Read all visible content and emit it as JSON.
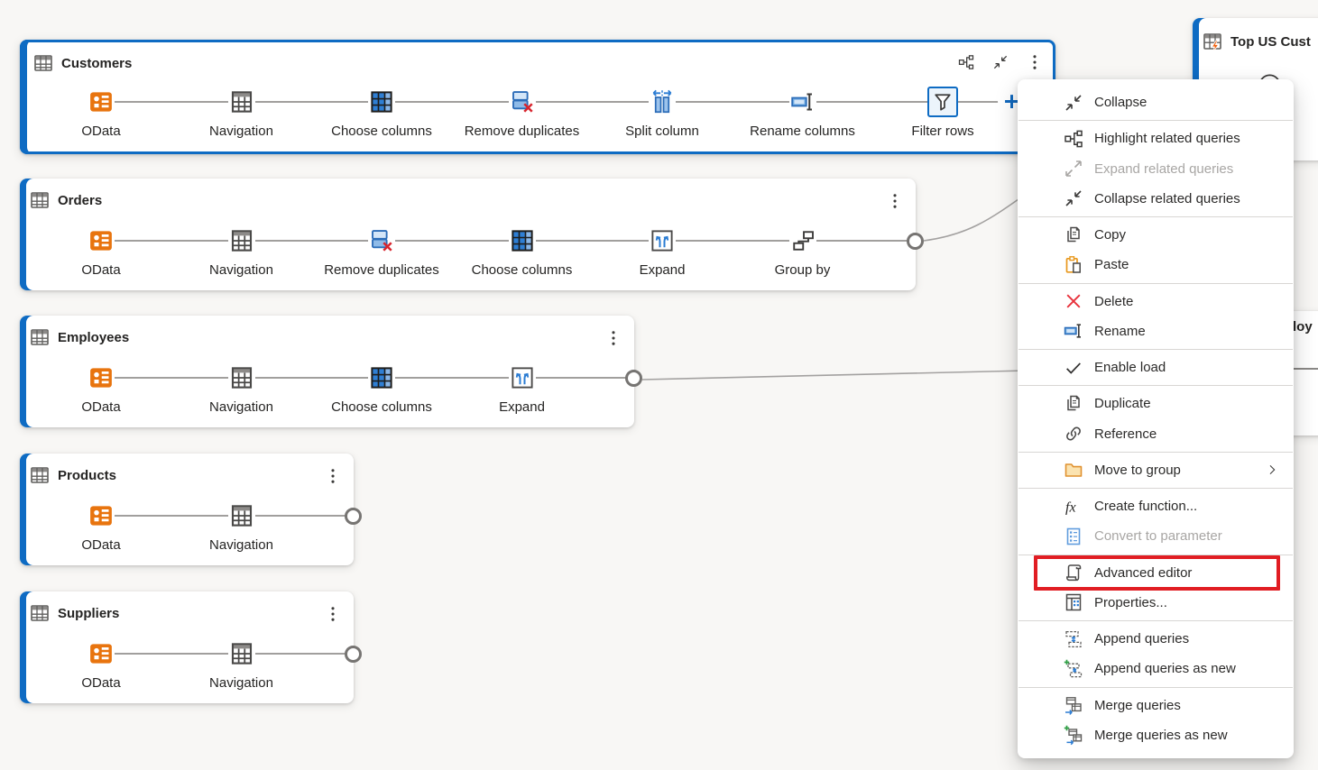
{
  "app": "Power Query diagram view",
  "colors": {
    "accent_blue": "#0e6bc3",
    "canvas_bg": "#f8f7f5",
    "highlight_red": "#e11d23",
    "odata_orange": "#e8740e"
  },
  "cards": [
    {
      "title": "Customers",
      "icon": "table-icon",
      "selected": true,
      "header_icons": [
        "highlight-related-icon",
        "collapse-icon",
        "kebab-icon"
      ],
      "steps": [
        {
          "label": "OData",
          "icon": "odata-icon"
        },
        {
          "label": "Navigation",
          "icon": "navigation-icon"
        },
        {
          "label": "Choose columns",
          "icon": "choose-columns-icon"
        },
        {
          "label": "Remove duplicates",
          "icon": "remove-duplicates-icon"
        },
        {
          "label": "Split column",
          "icon": "split-column-icon"
        },
        {
          "label": "Rename columns",
          "icon": "rename-columns-icon"
        },
        {
          "label": "Filter rows",
          "icon": "filter-rows-icon",
          "selected": true
        }
      ],
      "add_step": "+"
    },
    {
      "title": "Orders",
      "icon": "table-icon",
      "header_icons": [
        "kebab-icon"
      ],
      "steps": [
        {
          "label": "OData",
          "icon": "odata-icon"
        },
        {
          "label": "Navigation",
          "icon": "navigation-icon"
        },
        {
          "label": "Remove duplicates",
          "icon": "remove-duplicates-icon"
        },
        {
          "label": "Choose columns",
          "icon": "choose-columns-icon"
        },
        {
          "label": "Expand",
          "icon": "expand-icon"
        },
        {
          "label": "Group by",
          "icon": "group-by-icon"
        }
      ],
      "output_connector": true
    },
    {
      "title": "Employees",
      "icon": "table-icon",
      "header_icons": [
        "kebab-icon"
      ],
      "steps": [
        {
          "label": "OData",
          "icon": "odata-icon"
        },
        {
          "label": "Navigation",
          "icon": "navigation-icon"
        },
        {
          "label": "Choose columns",
          "icon": "choose-columns-icon"
        },
        {
          "label": "Expand",
          "icon": "expand-icon"
        }
      ],
      "output_connector": true
    },
    {
      "title": "Products",
      "icon": "table-icon",
      "header_icons": [
        "kebab-icon"
      ],
      "steps": [
        {
          "label": "OData",
          "icon": "odata-icon"
        },
        {
          "label": "Navigation",
          "icon": "navigation-icon"
        }
      ],
      "output_connector": true
    },
    {
      "title": "Suppliers",
      "icon": "table-icon",
      "header_icons": [
        "kebab-icon"
      ],
      "steps": [
        {
          "label": "OData",
          "icon": "odata-icon"
        },
        {
          "label": "Navigation",
          "icon": "navigation-icon"
        }
      ],
      "output_connector": true
    }
  ],
  "partial_cards": [
    {
      "title": "Top US Cust",
      "icon": "query-function-icon",
      "step_icon": "circle-function-icon"
    },
    {
      "title_fragment": "loy"
    }
  ],
  "context_menu": {
    "groups": [
      [
        {
          "label": "Collapse",
          "icon": "collapse-icon"
        }
      ],
      [
        {
          "label": "Highlight related queries",
          "icon": "highlight-related-icon"
        },
        {
          "label": "Expand related queries",
          "icon": "expand-related-icon",
          "disabled": true
        },
        {
          "label": "Collapse related queries",
          "icon": "collapse-icon"
        }
      ],
      [
        {
          "label": "Copy",
          "icon": "copy-icon"
        },
        {
          "label": "Paste",
          "icon": "paste-icon"
        }
      ],
      [
        {
          "label": "Delete",
          "icon": "delete-icon"
        },
        {
          "label": "Rename",
          "icon": "rename-icon"
        }
      ],
      [
        {
          "label": "Enable load",
          "icon": "check-icon",
          "checked": true
        }
      ],
      [
        {
          "label": "Duplicate",
          "icon": "copy-icon"
        },
        {
          "label": "Reference",
          "icon": "reference-icon"
        }
      ],
      [
        {
          "label": "Move to group",
          "icon": "folder-icon",
          "submenu": true
        }
      ],
      [
        {
          "label": "Create function...",
          "icon": "fx-icon"
        },
        {
          "label": "Convert to parameter",
          "icon": "parameter-icon",
          "disabled": true
        }
      ],
      [
        {
          "label": "Advanced editor",
          "icon": "scroll-icon",
          "highlighted": true
        },
        {
          "label": "Properties...",
          "icon": "properties-icon"
        }
      ],
      [
        {
          "label": "Append queries",
          "icon": "append-icon"
        },
        {
          "label": "Append queries as new",
          "icon": "append-new-icon"
        }
      ],
      [
        {
          "label": "Merge queries",
          "icon": "merge-icon"
        },
        {
          "label": "Merge queries as new",
          "icon": "merge-new-icon"
        }
      ]
    ]
  }
}
